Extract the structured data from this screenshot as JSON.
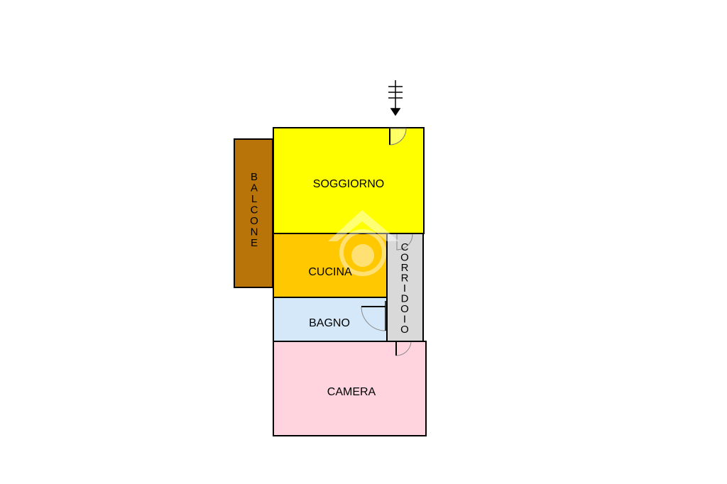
{
  "rooms": {
    "soggiorno": {
      "label": "SOGGIORNO",
      "color": "#ffff00"
    },
    "cucina": {
      "label": "CUCINA",
      "color": "#ffc800"
    },
    "bagno": {
      "label": "BAGNO",
      "color": "#d4e8fa"
    },
    "camera": {
      "label": "CAMERA",
      "color": "#ffd4de"
    },
    "balcone": {
      "label": "BALCONE",
      "color": "#b87408"
    },
    "corridoio": {
      "label": "CORRIDOIO",
      "color": "#d9d9d9"
    }
  },
  "colors": {
    "wall": "#000000",
    "watermark": "#ffffff"
  },
  "icons": {
    "entrance": "entrance-arrow-icon",
    "watermark": "house-watermark-icon"
  }
}
